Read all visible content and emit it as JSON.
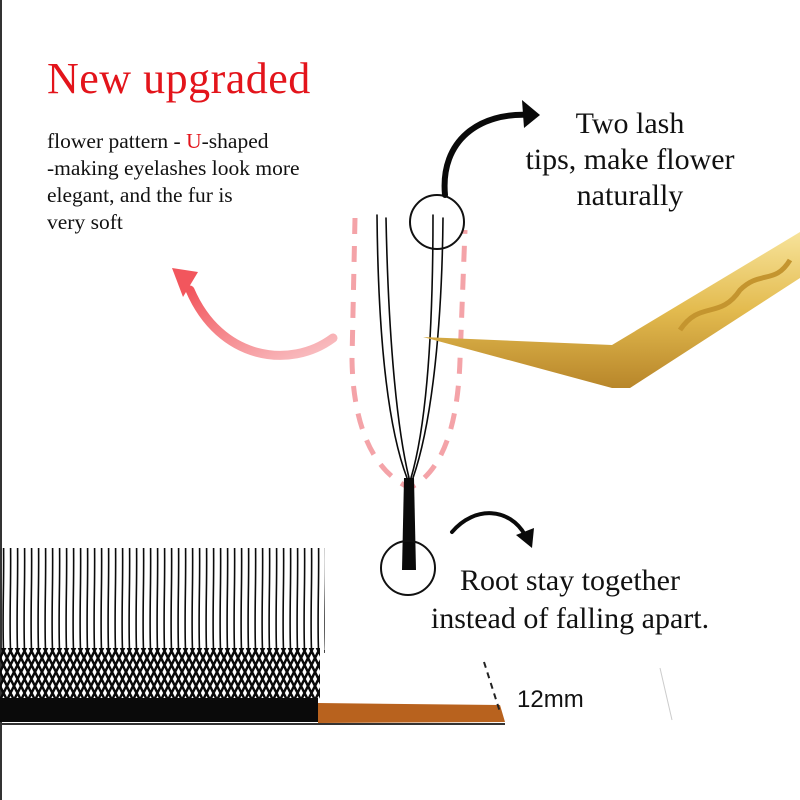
{
  "headline": "New upgraded",
  "description": {
    "line1_pre": "flower pattern - ",
    "line1_highlight": "U",
    "line1_post": "-shaped",
    "line2": "-making eyelashes look more",
    "line3": "elegant, and the fur  is",
    "line4": "very soft"
  },
  "callouts": {
    "tips": {
      "line1": "Two lash",
      "line2": "tips, make flower",
      "line3": "naturally"
    },
    "root": {
      "line1": "Root stay together",
      "line2": "instead of falling apart."
    }
  },
  "measurement": {
    "length_label": "12mm"
  },
  "colors": {
    "accent_red": "#e3141b",
    "dashed_outline_pink": "#f4a3a8",
    "arrow_pink": "#f26d73",
    "tweezer_gold": "#e8c25a",
    "strip_brown": "#b8621e",
    "lash_black": "#0a0a0a"
  }
}
